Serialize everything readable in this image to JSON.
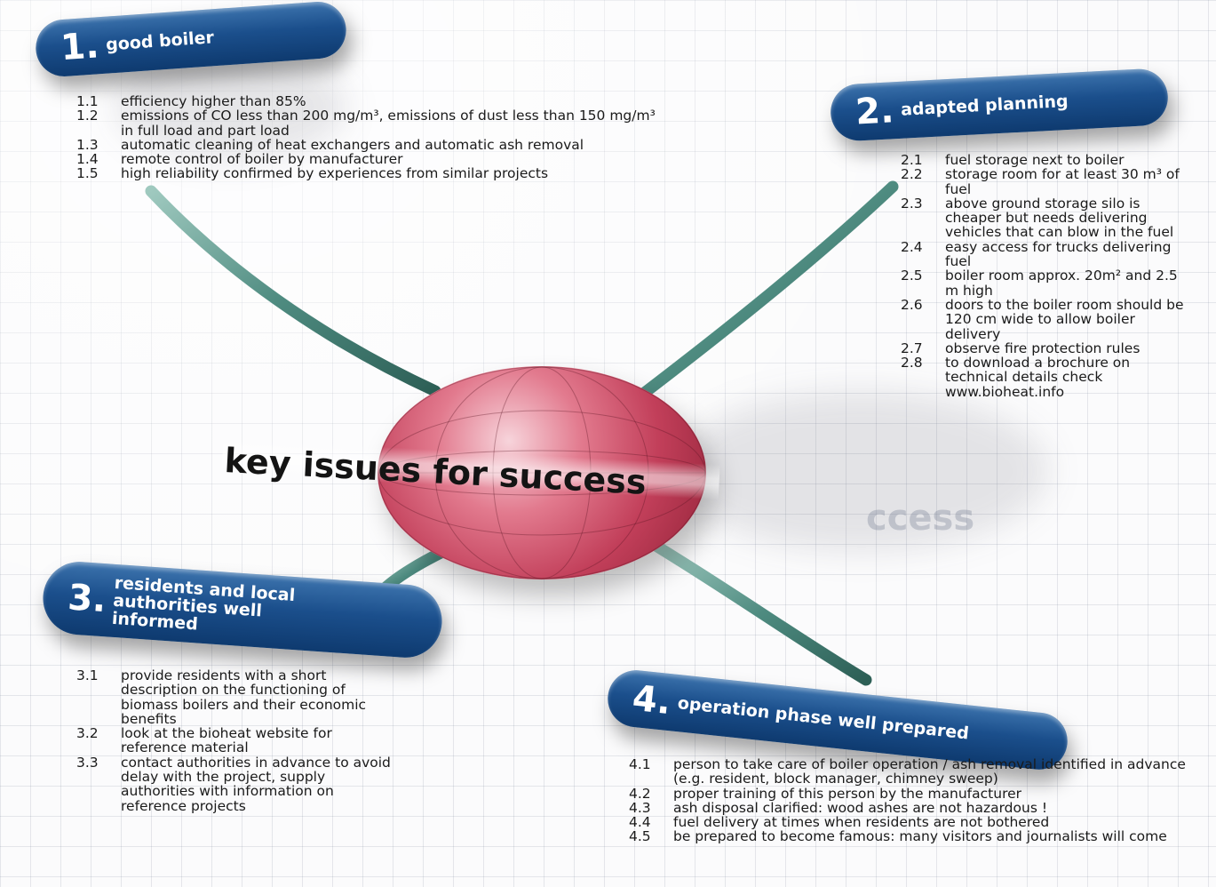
{
  "center": {
    "title": "key issues for success",
    "ghost_text": "ccess"
  },
  "sections": [
    {
      "number": "1.",
      "title": "good boiler",
      "items": [
        {
          "n": "1.1",
          "text": "efficiency higher than 85%"
        },
        {
          "n": "1.2",
          "text": "emissions of CO less than 200 mg/m³, emissions of dust less than 150 mg/m³ in full load and part load"
        },
        {
          "n": "1.3",
          "text": "automatic cleaning of heat exchangers and automatic ash removal"
        },
        {
          "n": "1.4",
          "text": "remote control of boiler by manufacturer"
        },
        {
          "n": "1.5",
          "text": "high reliability confirmed by experiences from similar projects"
        }
      ]
    },
    {
      "number": "2.",
      "title": "adapted planning",
      "items": [
        {
          "n": "2.1",
          "text": "fuel storage next to boiler"
        },
        {
          "n": "2.2",
          "text": "storage room for at least 30 m³ of fuel"
        },
        {
          "n": "2.3",
          "text": "above ground storage silo is cheaper but needs delivering vehicles that can blow in the fuel"
        },
        {
          "n": "2.4",
          "text": "easy access for trucks delivering fuel"
        },
        {
          "n": "2.5",
          "text": "boiler room approx. 20m² and 2.5 m high"
        },
        {
          "n": "2.6",
          "text": "doors to the boiler room should be 120 cm wide to allow boiler delivery"
        },
        {
          "n": "2.7",
          "text": "observe fire protection rules"
        },
        {
          "n": "2.8",
          "text": "to download a brochure on technical details check www.bioheat.info"
        }
      ]
    },
    {
      "number": "3.",
      "title": "residents and local authorities well informed",
      "items": [
        {
          "n": "3.1",
          "text": "provide residents with a short description on the functioning of biomass boilers and their economic benefits"
        },
        {
          "n": "3.2",
          "text": "look at the bioheat website for reference material"
        },
        {
          "n": "3.3",
          "text": "contact authorities in advance to avoid delay with the project, supply authorities with information on reference projects"
        }
      ]
    },
    {
      "number": "4.",
      "title": "operation phase well prepared",
      "items": [
        {
          "n": "4.1",
          "text": "person to take care of boiler operation / ash removal identified in advance (e.g. resident, block manager, chimney sweep)"
        },
        {
          "n": "4.2",
          "text": "proper training of this person by the manufacturer"
        },
        {
          "n": "4.3",
          "text": "ash disposal clarified: wood ashes are not hazardous !"
        },
        {
          "n": "4.4",
          "text": "fuel delivery at times when residents are not bothered"
        },
        {
          "n": "4.5",
          "text": "be prepared to become famous: many visitors and journalists will come"
        }
      ]
    }
  ],
  "colors": {
    "pill_blue": "#1b4f8c",
    "sphere_red": "#c23f5a",
    "rod_green": "#3f7d73"
  }
}
